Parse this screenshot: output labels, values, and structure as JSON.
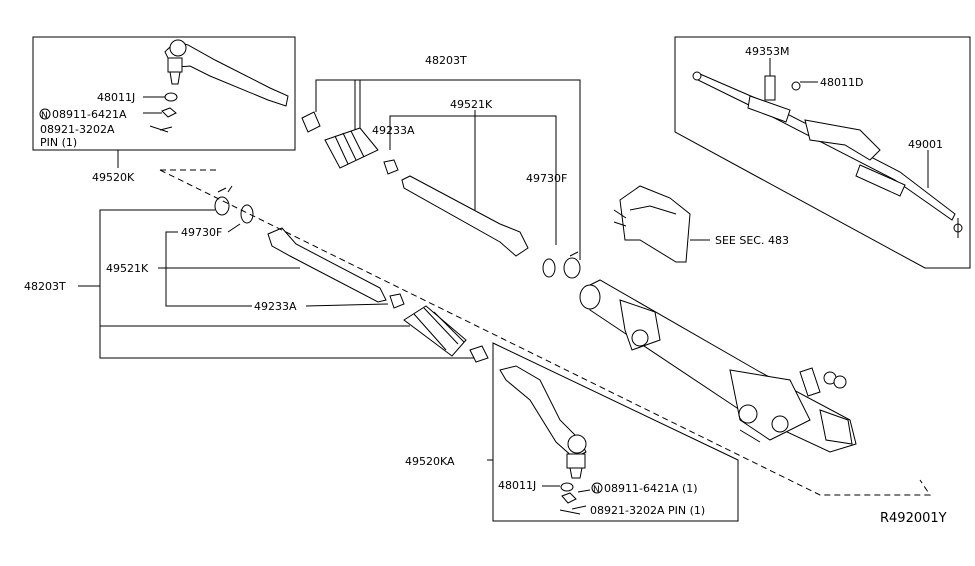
{
  "labels": {
    "tl_48011J": "48011J",
    "tl_08911": "08911-6421A",
    "tl_08921": "08921-3202A",
    "tl_pin": "PIN (1)",
    "l_49520K": "49520K",
    "t_48203T": "48203T",
    "t_49521K": "49521K",
    "t_49233A": "49233A",
    "t_49730F": "49730F",
    "l_48203T": "48203T",
    "l_49730F": "49730F",
    "l_49521K": "49521K",
    "l_49233A": "49233A",
    "see_sec": "SEE SEC. 483",
    "r_49353M": "49353M",
    "r_48011D": "48011D",
    "r_49001": "49001",
    "b_49520KA": "49520KA",
    "b_48011J": "48011J",
    "b_08911": "08911-6421A (1)",
    "b_08921": "08921-3202A PIN (1)",
    "ref": "R492001Y",
    "n_mark": "N"
  }
}
